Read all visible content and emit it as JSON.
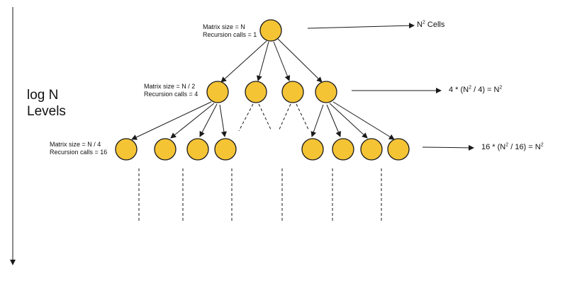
{
  "axis": {
    "levels_label_1": "log N",
    "levels_label_2": "Levels"
  },
  "level0": {
    "size_label": "Matrix size = N",
    "calls_label": "Recursion calls = 1",
    "cost": {
      "pre": "N",
      "sup": "2",
      "post": " Cells"
    }
  },
  "level1": {
    "size_label": "Matrix size = N / 2",
    "calls_label": "Recursion calls = 4",
    "cost": {
      "pre": "4 * (N",
      "sup1": "2",
      "mid": " / 4) = N",
      "sup2": "2"
    }
  },
  "level2": {
    "size_label": "Matrix size = N / 4",
    "calls_label": "Recursion calls = 16",
    "cost": {
      "pre": "16 * (N",
      "sup1": "2",
      "mid": " / 16) = N",
      "sup2": "2"
    }
  },
  "colors": {
    "node_fill": "#f5c435",
    "stroke": "#1a1a1a"
  }
}
